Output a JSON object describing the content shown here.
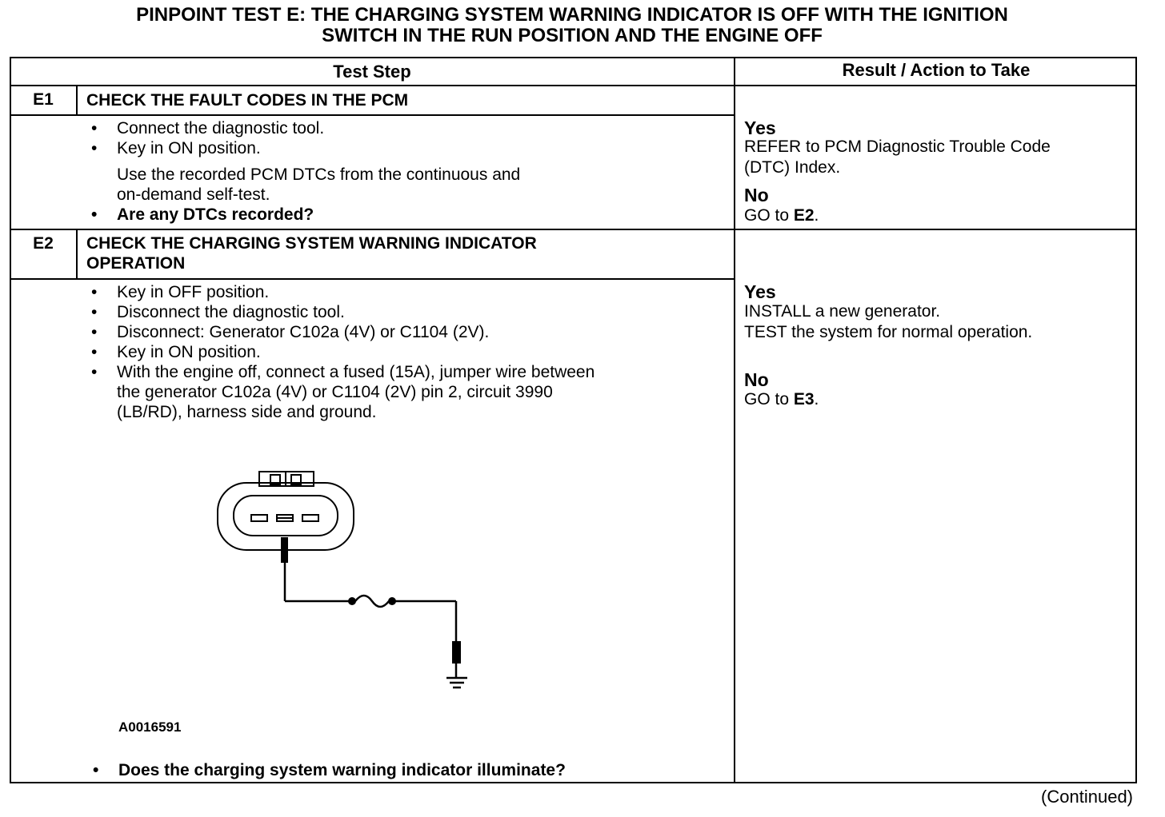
{
  "title": {
    "line1": "PINPOINT TEST  E: THE CHARGING SYSTEM WARNING INDICATOR IS OFF WITH THE IGNITION",
    "line2": "SWITCH IN THE RUN POSITION AND THE ENGINE OFF"
  },
  "table": {
    "col_test_step": "Test Step",
    "col_result": "Result / Action to Take"
  },
  "e1": {
    "id": "E1",
    "title": "CHECK THE FAULT CODES IN THE PCM",
    "bullets": [
      "Connect the diagnostic tool.",
      "Key in ON position."
    ],
    "note_line1": "Use the recorded PCM DTCs from the continuous and",
    "note_line2": "on-demand self-test.",
    "question": "Are any DTCs recorded?",
    "yes_label": "Yes",
    "yes_line1": "REFER to PCM Diagnostic Trouble Code",
    "yes_line2": "(DTC) Index.",
    "no_label": "No",
    "no_prefix": "GO to ",
    "no_target": "E2",
    "no_suffix": "."
  },
  "e2": {
    "id": "E2",
    "title_line1": "CHECK THE CHARGING SYSTEM WARNING INDICATOR",
    "title_line2": "OPERATION",
    "bullets": [
      "Key in OFF position.",
      "Disconnect the diagnostic tool.",
      "Disconnect: Generator C102a (4V) or C1104 (2V).",
      "Key in ON position."
    ],
    "bullet5_line1": "With the engine off, connect a fused (15A), jumper wire between",
    "bullet5_line2": "the generator C102a (4V) or C1104 (2V) pin 2, circuit 3990",
    "bullet5_line3": "(LB/RD), harness side and ground.",
    "figure_id": "A0016591",
    "question": "Does the charging system warning indicator illuminate?",
    "yes_label": "Yes",
    "yes_line1": "INSTALL a new generator.",
    "yes_line2": "TEST the system for normal operation.",
    "no_label": "No",
    "no_prefix": "GO to ",
    "no_target": "E3",
    "no_suffix": "."
  },
  "continued": "(Continued)",
  "bullet_char": "•",
  "icons": {
    "connector": "connector-icon",
    "fuse": "fuse-icon",
    "ground": "ground-icon"
  }
}
